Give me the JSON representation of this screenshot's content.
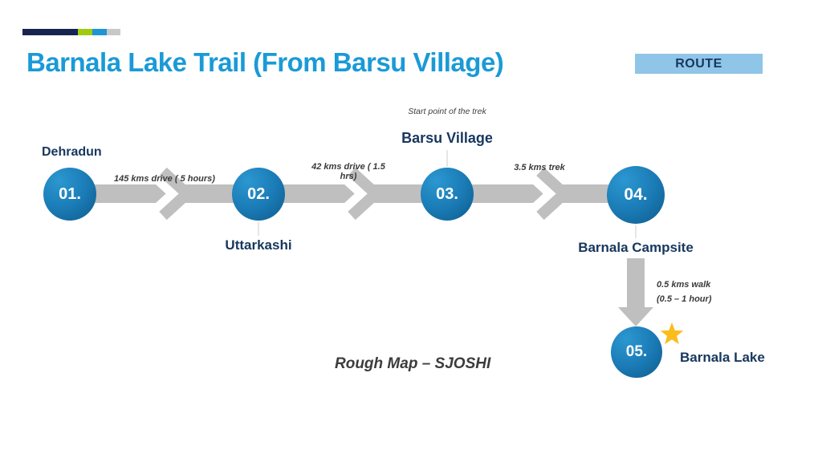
{
  "slide": {
    "title": "Barnala Lake Trail (From Barsu Village)",
    "badge": "ROUTE",
    "footer_note": "Rough Map – SJOSHI"
  },
  "colors": {
    "title_blue": "#1A9AD7",
    "badge_bg": "#8FC5E7",
    "navy_text": "#17375E",
    "arrow_gray": "#BFBFBF",
    "star_gold": "#FBBD1C",
    "node_gradient": [
      "#2b97d0",
      "#0e5b8b"
    ],
    "brand_bar_segments": [
      "#16254D",
      "#9FCC0E",
      "#1E95D4",
      "#C8C8C8"
    ]
  },
  "nodes": [
    {
      "num": "01.",
      "label": "Dehradun"
    },
    {
      "num": "02.",
      "label": "Uttarkashi"
    },
    {
      "num": "03.",
      "label": "Barsu Village",
      "note": "Start point of the trek"
    },
    {
      "num": "04.",
      "label": "Barnala Campsite"
    },
    {
      "num": "05.",
      "label": "Barnala Lake"
    }
  ],
  "edges": [
    {
      "label": "145 kms drive ( 5 hours)"
    },
    {
      "label": "42 kms drive ( 1.5 hrs)"
    },
    {
      "label": "3.5 kms trek"
    },
    {
      "label_line1": "0.5 kms walk",
      "label_line2": "(0.5 – 1 hour)"
    }
  ]
}
